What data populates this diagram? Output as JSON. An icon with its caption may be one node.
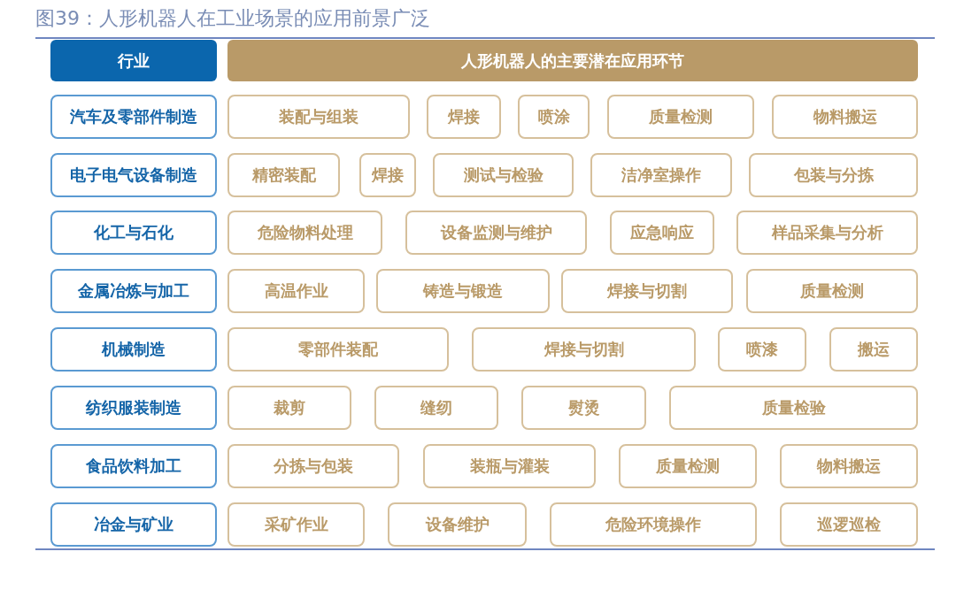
{
  "diagram": {
    "title": "图39：人形机器人在工业场景的应用前景广泛",
    "nodes": [
      {
        "text": [
          "行业"
        ]
      },
      {
        "text": [
          "人形机器人的主要潜在应用环节"
        ]
      },
      {
        "text": [
          "汽车及零部件制造"
        ]
      },
      {
        "text": [
          "装配与组装"
        ]
      },
      {
        "text": [
          "焊接"
        ]
      },
      {
        "text": [
          "喷涂"
        ]
      },
      {
        "text": [
          "质量检测"
        ]
      },
      {
        "text": [
          "物料搬运"
        ]
      },
      {
        "text": [
          "电子电气设备制造"
        ]
      },
      {
        "text": [
          "精密装配"
        ]
      },
      {
        "text": [
          "焊接"
        ]
      },
      {
        "text": [
          "测试与检验"
        ]
      },
      {
        "text": [
          "洁净室操作"
        ]
      },
      {
        "text": [
          "包装与分拣"
        ]
      },
      {
        "text": [
          "化工与石化"
        ]
      },
      {
        "text": [
          "危险物料处理"
        ]
      },
      {
        "text": [
          "设备监测与维护"
        ]
      },
      {
        "text": [
          "应急响应"
        ]
      },
      {
        "text": [
          "样品采集与分析"
        ]
      },
      {
        "text": [
          "金属冶炼与加工"
        ]
      },
      {
        "text": [
          "高温作业"
        ]
      },
      {
        "text": [
          "铸造与锻造"
        ]
      },
      {
        "text": [
          "焊接与切割"
        ]
      },
      {
        "text": [
          "质量检测"
        ]
      },
      {
        "text": [
          "机械制造"
        ]
      },
      {
        "text": [
          "零部件装配"
        ]
      },
      {
        "text": [
          "焊接与切割"
        ]
      },
      {
        "text": [
          "喷漆"
        ]
      },
      {
        "text": [
          "搬运"
        ]
      },
      {
        "text": [
          "纺织服装制造"
        ]
      },
      {
        "text": [
          "裁剪"
        ]
      },
      {
        "text": [
          "缝纫"
        ]
      },
      {
        "text": [
          "熨烫"
        ]
      },
      {
        "text": [
          "质量检验"
        ]
      },
      {
        "text": [
          "食品饮料加工"
        ]
      },
      {
        "text": [
          "分拣与包装"
        ]
      },
      {
        "text": [
          "装瓶与灌装"
        ]
      },
      {
        "text": [
          "质量检测"
        ]
      },
      {
        "text": [
          "物料搬运"
        ]
      },
      {
        "text": [
          "冶金与矿业"
        ]
      },
      {
        "text": [
          "采矿作业"
        ]
      },
      {
        "text": [
          "设备维护"
        ]
      },
      {
        "text": [
          "危险环境操作"
        ]
      },
      {
        "text": [
          "巡逻巡检"
        ]
      }
    ]
  }
}
